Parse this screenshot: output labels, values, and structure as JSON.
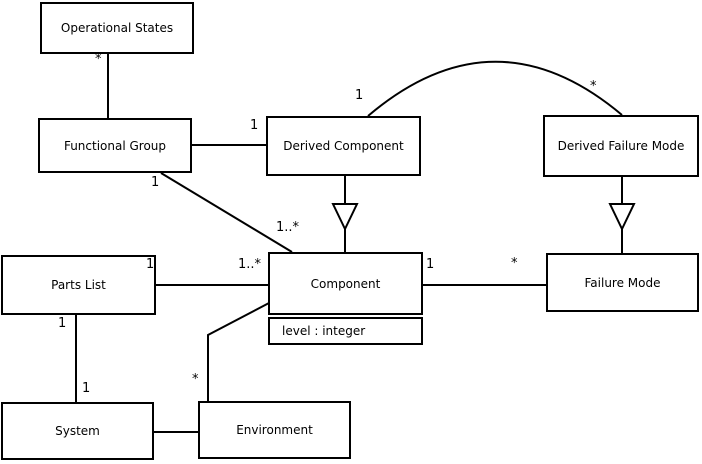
{
  "diagram": {
    "colors": {
      "background": "#ffffff",
      "line": "#000000",
      "text": "#000000"
    },
    "classes": [
      {
        "id": "operational-states",
        "name": "Operational States"
      },
      {
        "id": "functional-group",
        "name": "Functional Group"
      },
      {
        "id": "derived-component",
        "name": "Derived Component"
      },
      {
        "id": "derived-failure-mode",
        "name": "Derived Failure Mode"
      },
      {
        "id": "parts-list",
        "name": "Parts List"
      },
      {
        "id": "component",
        "name": "Component",
        "attributes": [
          "level : integer"
        ]
      },
      {
        "id": "failure-mode",
        "name": "Failure Mode"
      },
      {
        "id": "system",
        "name": "System"
      },
      {
        "id": "environment",
        "name": "Environment"
      }
    ],
    "labels": {
      "operational_states_end_star": "*",
      "derived_component_end_from_functional_group": "1",
      "functional_group_end_to_component": "1",
      "component_end_from_functional_group": "1..*",
      "derived_component_arc_end": "1",
      "derived_failure_mode_arc_end": "*",
      "parts_list_end_to_component": "1",
      "component_end_from_parts_list": "1..*",
      "component_end_to_failure_mode": "1",
      "failure_mode_end_from_component": "*",
      "parts_list_end_to_system": "1",
      "system_end_from_parts_list": "1",
      "environment_end_from_component": "*"
    }
  }
}
